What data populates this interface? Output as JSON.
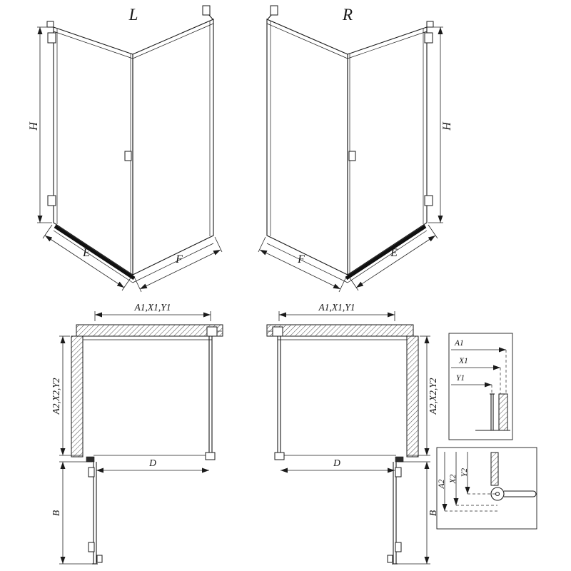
{
  "colors": {
    "line_color": "#1a1a1a",
    "background": "#ffffff"
  },
  "views": {
    "l3d": {
      "label": "L",
      "h": "H",
      "e": "E",
      "f": "F"
    },
    "r3d": {
      "label": "R",
      "h": "H",
      "e": "E",
      "f": "F"
    },
    "lplan": {
      "top_dim": "A1,X1,Y1",
      "side_dim": "A2,X2,Y2",
      "door_width": "D",
      "door_length": "B"
    },
    "rplan": {
      "top_dim": "A1,X1,Y1",
      "side_dim": "A2,X2,Y2",
      "door_width": "D",
      "door_length": "B"
    },
    "detail_profile": {
      "a1": "A1",
      "x1": "X1",
      "y1": "Y1"
    },
    "detail_hinge": {
      "a2": "A2",
      "x2": "X2",
      "y2": "Y2"
    }
  }
}
